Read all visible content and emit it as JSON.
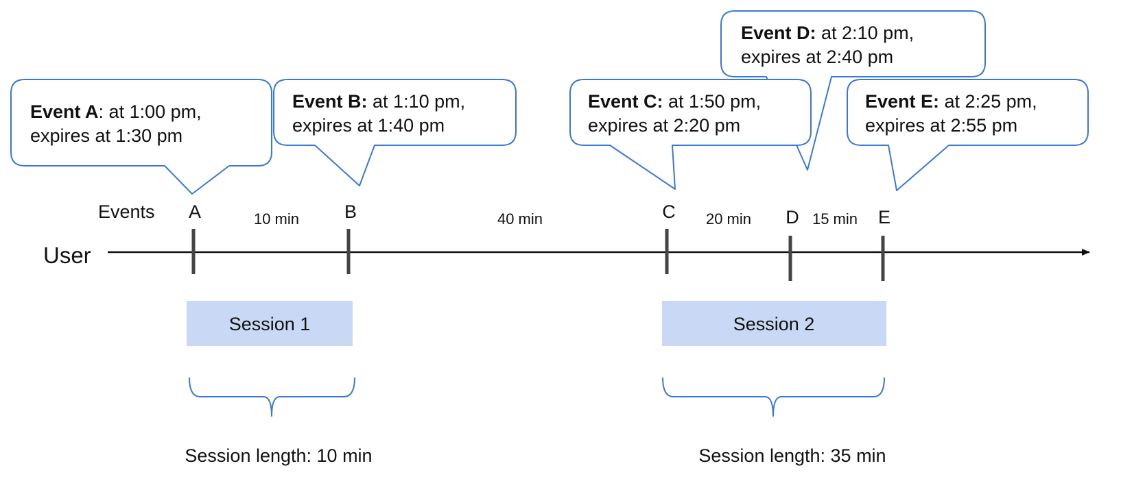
{
  "labels": {
    "events_row": "Events",
    "user_row": "User"
  },
  "events": [
    {
      "letter": "A",
      "name": "Event A",
      "sep": ":",
      "time": " at 1:00 pm,",
      "expires": "expires at 1:30 pm"
    },
    {
      "letter": "B",
      "name": "Event B:",
      "sep": "",
      "time": " at 1:10 pm,",
      "expires": "expires at 1:40 pm"
    },
    {
      "letter": "C",
      "name": "Event C:",
      "sep": "",
      "time": " at 1:50 pm,",
      "expires": "expires at 2:20 pm"
    },
    {
      "letter": "D",
      "name": "Event D:",
      "sep": "",
      "time": " at 2:10 pm,",
      "expires": "expires at 2:40 pm"
    },
    {
      "letter": "E",
      "name": "Event E:",
      "sep": "",
      "time": " at 2:25 pm,",
      "expires": "expires at 2:55 pm"
    }
  ],
  "gaps": [
    "10 min",
    "40 min",
    "20 min",
    "15 min"
  ],
  "sessions": [
    {
      "label": "Session 1",
      "length": "Session length: 10 min"
    },
    {
      "label": "Session 2",
      "length": "Session length: 35 min"
    }
  ],
  "colors": {
    "bubble_border": "#3a78d6",
    "session_fill": "#c9d9f5",
    "axis": "#111111",
    "tick": "#444444"
  }
}
